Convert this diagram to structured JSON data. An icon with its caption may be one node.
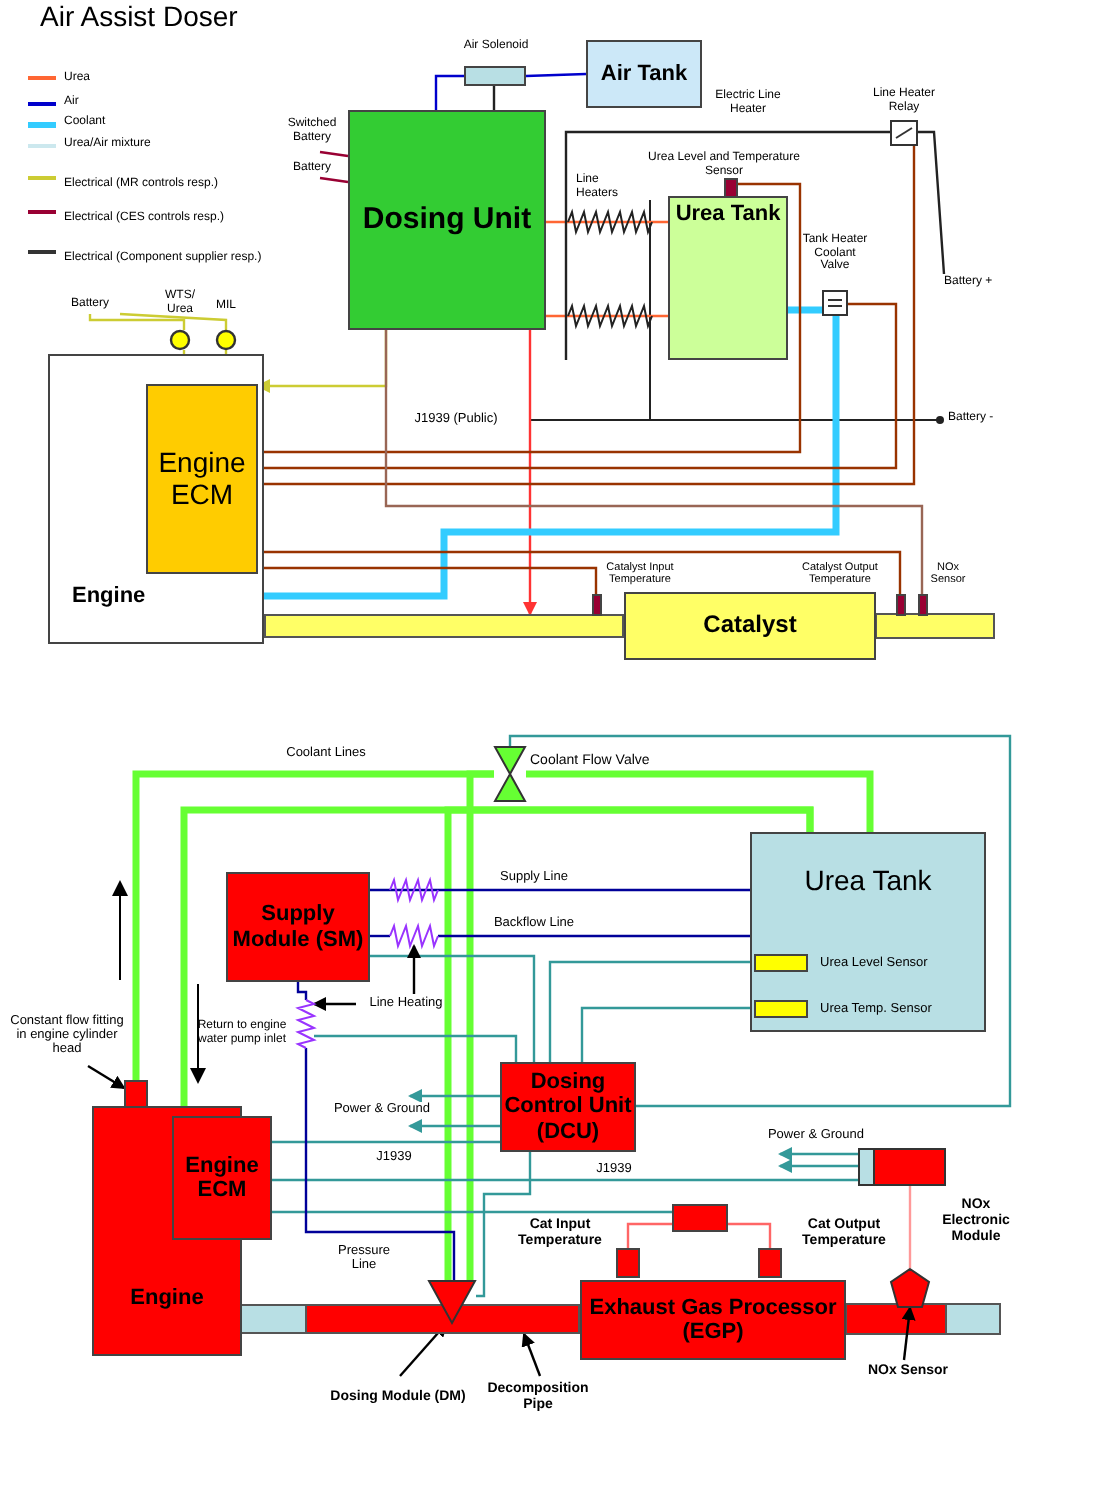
{
  "diagram": {
    "title": "Air Assist Doser",
    "nodes": [
      {
        "text": [
          "Dosing Unit"
        ]
      },
      {
        "text": [
          "Air Solenoid"
        ]
      },
      {
        "text": [
          "Air Tank"
        ]
      },
      {
        "text": [
          "Urea Tank"
        ]
      },
      {
        "text": [
          "Urea Level and Temperature Sensor"
        ]
      },
      {
        "text": [
          "Tank Heater Coolant Valve"
        ]
      },
      {
        "text": [
          "Line Heater Relay"
        ]
      },
      {
        "text": [
          "Engine"
        ]
      },
      {
        "text": [
          "Engine ECM"
        ],
        "in": 7
      },
      {
        "text": [
          "WTS/ Urea"
        ]
      },
      {
        "text": [
          "MIL"
        ]
      },
      {
        "text": [
          "Catalyst"
        ]
      },
      {
        "text": [
          "Catalyst Input Temperature"
        ]
      },
      {
        "text": [
          "Catalyst Output Temperature"
        ]
      },
      {
        "text": [
          "NOx Sensor"
        ]
      },
      {
        "text": [
          "Coolant Flow Valve"
        ]
      },
      {
        "text": [
          "Urea Tank"
        ]
      },
      {
        "text": [
          "Urea Level Sensor"
        ],
        "in": 16
      },
      {
        "text": [
          "Urea Temp. Sensor"
        ],
        "in": 16
      },
      {
        "text": [
          "Supply Module (SM)"
        ]
      },
      {
        "text": [
          "Dosing Control Unit (DCU)"
        ]
      },
      {
        "text": [
          "Engine"
        ]
      },
      {
        "text": [
          "Engine ECM"
        ]
      },
      {
        "text": [
          "Constant flow fitting in engine cylinder head"
        ]
      },
      {
        "text": [],
        "shape": "box"
      },
      {
        "text": [
          "Dosing Module (DM)"
        ]
      },
      {
        "text": [],
        "shape": "triangle"
      },
      {
        "text": [
          "Exhaust Gas Processor (EGP)"
        ]
      },
      {
        "text": [
          "Cat Input Temperature"
        ]
      },
      {
        "text": [
          "Cat Output Temperature"
        ]
      },
      {
        "text": [],
        "shape": "box"
      },
      {
        "text": [
          "NOx Electronic Module"
        ]
      },
      {
        "text": [
          "NOx Sensor"
        ]
      },
      {
        "text": [],
        "shape": "pentagon"
      },
      {
        "text": [
          "Decomposition Pipe"
        ]
      },
      {
        "text": [
          "Line Heating"
        ]
      },
      {
        "text": [],
        "shape": "coil"
      },
      {
        "text": [],
        "shape": "coil"
      },
      {
        "text": [
          "Switched Battery"
        ]
      },
      {
        "text": [
          "Battery"
        ]
      },
      {
        "text": [
          "Battery"
        ]
      },
      {
        "text": [
          "Battery +"
        ]
      },
      {
        "text": [],
        "shape": "bar"
      },
      {
        "text": [],
        "shape": "bar"
      }
    ],
    "edges": [
      {
        "from": 2,
        "to": 1,
        "arrow": "none",
        "color": "#0000cc"
      },
      {
        "from": 1,
        "to": 0,
        "arrow": "none",
        "color": "#0000cc"
      },
      {
        "from": 0,
        "to": 3,
        "arrow": "none",
        "color": "#ff6633"
      },
      {
        "from": 0,
        "to": 3,
        "arrow": "none",
        "color": "#ff6633"
      },
      {
        "from": 0,
        "to": 42,
        "arrow": "to",
        "color": "#ff3333"
      },
      {
        "from": 0,
        "to": 8,
        "arrow": "to",
        "label": "J1939 (Public)",
        "color": "#cccc33"
      },
      {
        "from": 3,
        "to": 5,
        "arrow": "none",
        "style": "thick",
        "color": "#33ccff"
      },
      {
        "from": 5,
        "to": 7,
        "arrow": "none",
        "style": "thick",
        "color": "#33ccff"
      },
      {
        "from": 8,
        "to": 4,
        "arrow": "none",
        "color": "#993300"
      },
      {
        "from": 8,
        "to": 5,
        "arrow": "none",
        "color": "#993300"
      },
      {
        "from": 8,
        "to": 6,
        "arrow": "none",
        "color": "#993300"
      },
      {
        "from": 0,
        "to": 14,
        "arrow": "none",
        "color": "#996655"
      },
      {
        "from": 8,
        "to": 13,
        "arrow": "none",
        "color": "#993300"
      },
      {
        "from": 8,
        "to": 12,
        "arrow": "none",
        "color": "#993300"
      },
      {
        "from": 9,
        "to": 8,
        "arrow": "none",
        "color": "#cccc33"
      },
      {
        "from": 10,
        "to": 8,
        "arrow": "none",
        "color": "#cccc33"
      },
      {
        "from": 24,
        "to": 15,
        "arrow": "none",
        "style": "thick",
        "color": "#66ff33"
      },
      {
        "from": 15,
        "to": 16,
        "arrow": "none",
        "style": "thick",
        "color": "#66ff33"
      },
      {
        "from": 16,
        "to": 21,
        "arrow": "none",
        "style": "thick",
        "color": "#66ff33"
      },
      {
        "from": 26,
        "to": 15,
        "arrow": "none",
        "style": "thick",
        "color": "#66ff33"
      },
      {
        "from": 26,
        "to": 16,
        "arrow": "none",
        "style": "thick",
        "color": "#66ff33"
      },
      {
        "from": 20,
        "to": 15,
        "arrow": "none"
      },
      {
        "from": 19,
        "to": 16,
        "arrow": "none",
        "label": "Supply Line",
        "color": "#000099"
      },
      {
        "from": 19,
        "to": 36,
        "arrow": "none",
        "color": "#000099"
      },
      {
        "from": 19,
        "to": 37,
        "arrow": "none",
        "color": "#000099"
      },
      {
        "from": 20,
        "to": 19,
        "arrow": "none"
      },
      {
        "from": 20,
        "to": 17,
        "arrow": "none"
      },
      {
        "from": 20,
        "to": 18,
        "arrow": "none"
      },
      {
        "from": 20,
        "to": null,
        "arrow": "to",
        "label": "Power & Ground"
      },
      {
        "from": 20,
        "to": null,
        "arrow": "to"
      },
      {
        "from": 20,
        "to": 22,
        "arrow": "none",
        "label": "J1939"
      },
      {
        "from": 20,
        "to": 26,
        "arrow": "none"
      },
      {
        "from": 31,
        "to": null,
        "arrow": "to",
        "label": "Power & Ground"
      },
      {
        "from": 31,
        "to": null,
        "arrow": "to"
      },
      {
        "from": 31,
        "to": 22,
        "arrow": "none",
        "label": "J1939"
      },
      {
        "from": 22,
        "to": 30,
        "arrow": "none"
      },
      {
        "from": 30,
        "to": 28,
        "arrow": "none",
        "color": "#ff6666"
      },
      {
        "from": 30,
        "to": 29,
        "arrow": "none",
        "color": "#ff6666"
      },
      {
        "from": 31,
        "to": 33,
        "arrow": "none",
        "color": "#ff9999"
      },
      {
        "from": 32,
        "to": 33,
        "arrow": "to",
        "color": "#000000"
      },
      {
        "from": 25,
        "to": 26,
        "arrow": "to",
        "color": "#000000"
      },
      {
        "from": 34,
        "to": 43,
        "arrow": "to",
        "color": "#000000"
      },
      {
        "from": 23,
        "to": 24,
        "arrow": "to",
        "color": "#000000"
      },
      {
        "from": 35,
        "to": 36,
        "arrow": "to",
        "color": "#000000"
      },
      {
        "from": 35,
        "to": 37,
        "arrow": "to",
        "color": "#000000"
      },
      {
        "from": 38,
        "to": 0,
        "arrow": "none",
        "color": "#990033"
      },
      {
        "from": 39,
        "to": 0,
        "arrow": "none",
        "color": "#990033"
      },
      {
        "from": 40,
        "to": 9,
        "arrow": "none",
        "color": "#cccc33"
      },
      {
        "from": 40,
        "to": 10,
        "arrow": "none",
        "color": "#cccc33"
      },
      {
        "from": 6,
        "to": 41,
        "arrow": "none",
        "color": "#222222"
      },
      {
        "from": 6,
        "to": null,
        "arrow": "none",
        "color": "#222222"
      },
      {
        "from": 1,
        "to": 0,
        "arrow": "none",
        "color": "#222222"
      },
      {
        "from": 36,
        "to": 16,
        "arrow": "none",
        "label": "Backflow Line",
        "color": "#000099"
      },
      {
        "from": 37,
        "to": 26,
        "arrow": "none",
        "label": "Pressure Line",
        "color": "#000099"
      },
      {
        "from": 20,
        "to": 37,
        "arrow": "none"
      }
    ],
    "labels": [
      "Electric Line Heater",
      "Line Heaters",
      "Battery -",
      "Coolant Lines",
      "Return to engine water pump inlet"
    ],
    "legend": [
      {
        "text": "Urea",
        "color": "#ff6633"
      },
      {
        "text": "Air",
        "color": "#0000cc"
      },
      {
        "text": "Coolant",
        "color": "#33ccff"
      },
      {
        "text": "Urea/Air mixture",
        "color": "#cce8ee"
      },
      {
        "text": "Electrical (MR controls resp.)",
        "color": "#cccc33"
      },
      {
        "text": "Electrical (CES controls resp.)",
        "color": "#990033"
      },
      {
        "text": "Electrical (Component supplier resp.)",
        "color": "#333333"
      }
    ]
  }
}
